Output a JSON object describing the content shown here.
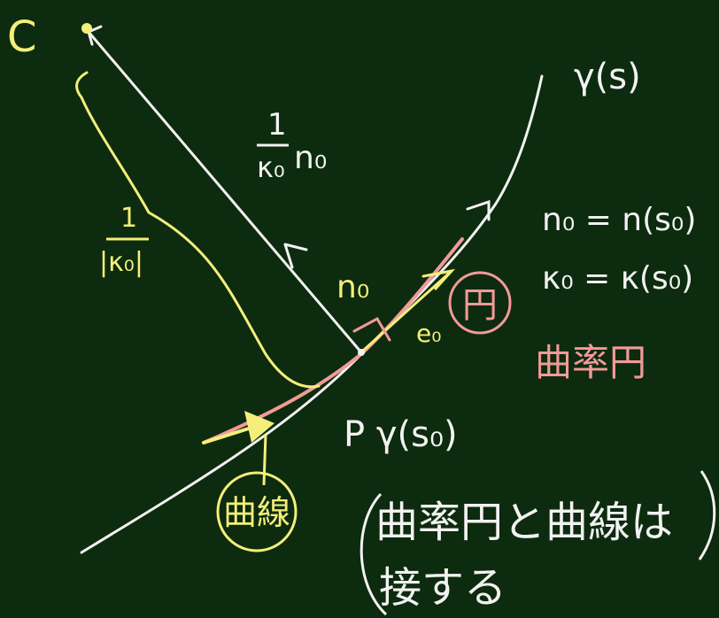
{
  "labels": {
    "center": "C",
    "curve": "γ(s)",
    "inv_kappa_top": "1",
    "inv_kappa_bottom": "κ₀",
    "inv_kappa_vec": "n₀",
    "abs_top": "1",
    "abs_bottom": "|κ₀|",
    "normal": "n₀",
    "tangent": "e₀",
    "point": "P γ(s₀)",
    "eq_n": "n₀ = n(s₀)",
    "eq_k": "κ₀ = κ(s₀)",
    "osc_circle": "曲率円",
    "circle_mark": "円",
    "curve_mark": "曲線",
    "note_line1": "曲率円と曲線は",
    "note_line2": "接する"
  },
  "colors": {
    "background": "#0d2b0e",
    "white": "#f2f2f2",
    "yellow": "#f3ef7a",
    "pink": "#f29a98"
  }
}
